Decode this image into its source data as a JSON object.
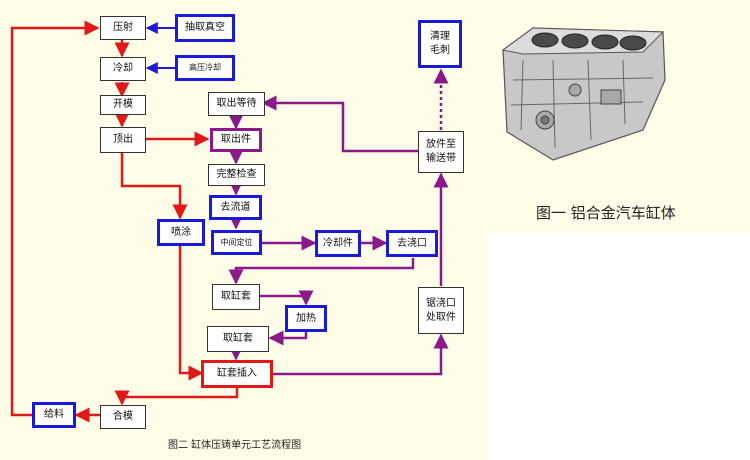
{
  "diagram": {
    "title": "图二  缸体压铸单元工艺流程图",
    "nodes": {
      "yashe": "压射",
      "chouqu": "抽取真空",
      "lengque": "冷却",
      "gaoya": "高压冷却",
      "kaimo": "开模",
      "dingchu": "顶出",
      "pentu": "喷涂",
      "qcdengdai": "取出等待",
      "quchujian": "取出件",
      "wanzheng": "完整检查",
      "liudao": "去流道",
      "zhongjian": "中间定位",
      "lengquejian": "冷却件",
      "jiaokou": "去浇口",
      "qgt1": "取缸套",
      "jiare": "加热",
      "qgt2": "取缸套",
      "gtcharu": "缸套插入",
      "geiliao": "给料",
      "hemo": "合模",
      "qingli": "清理\n毛刺",
      "fangjian": "放件至\n输送带",
      "jujiaokou": "锯浇口\n处取件"
    }
  },
  "photo": {
    "caption": "图一  铝合金汽车缸体"
  },
  "colors": {
    "background": "#fffde8",
    "red": "#e01818",
    "blue": "#1a1adb",
    "purple": "#8a1a8a"
  }
}
